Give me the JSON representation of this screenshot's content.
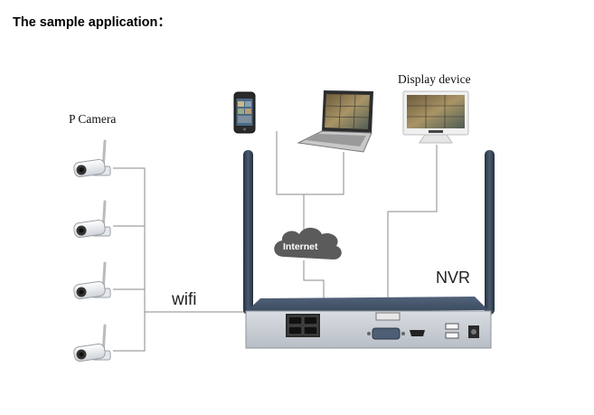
{
  "heading": "The sample application：",
  "labels": {
    "camera": "P Camera",
    "display": "Display device",
    "internet": "Internet",
    "wifi": "wifi",
    "nvr": "NVR"
  },
  "devices": {
    "cameras": [
      "ip-camera",
      "ip-camera",
      "ip-camera",
      "ip-camera"
    ],
    "clients": [
      "smartphone",
      "laptop",
      "monitor"
    ],
    "recorder": "nvr"
  },
  "colors": {
    "line": "#8a8a8a",
    "nvr_body": "#2b3a4d",
    "antenna": "#2e3d4f",
    "cloud": "#5b5b5b"
  }
}
